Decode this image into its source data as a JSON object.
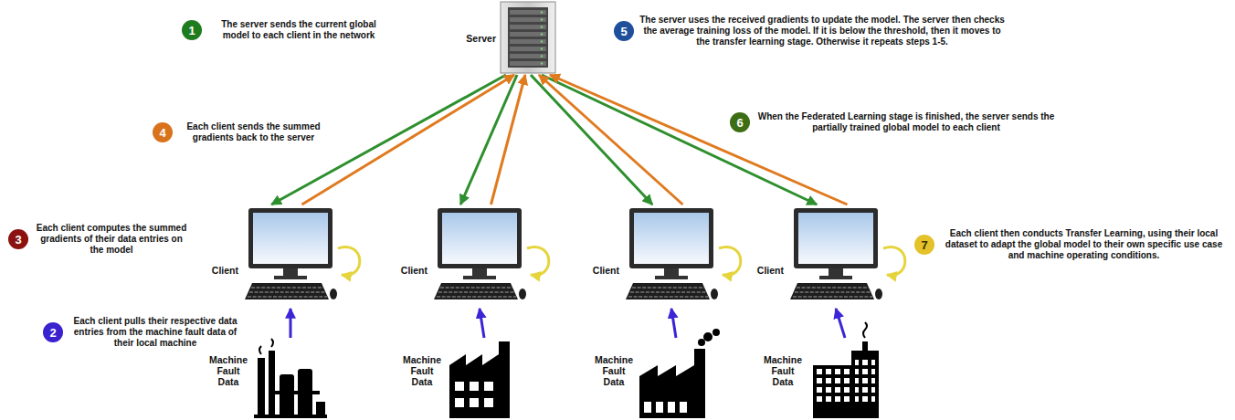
{
  "diagram": {
    "nodes": [
      {
        "text": [
          "Server"
        ]
      },
      {
        "text": [
          "Client"
        ]
      },
      {
        "text": [
          "Client"
        ]
      },
      {
        "text": [
          "Client"
        ]
      },
      {
        "text": [
          "Client"
        ]
      },
      {
        "text": [
          "Machine Fault Data"
        ]
      },
      {
        "text": [
          "Machine Fault Data"
        ]
      },
      {
        "text": [
          "Machine Fault Data"
        ]
      },
      {
        "text": [
          "Machine Fault Data"
        ]
      },
      {
        "text": [
          "1",
          "The server sends the current global model to each client in the network"
        ]
      },
      {
        "text": [
          "2",
          "Each client pulls their respective data entries from the machine fault data of their local machine"
        ]
      },
      {
        "text": [
          "3",
          "Each client computes the summed gradients of their data entries on the model"
        ]
      },
      {
        "text": [
          "4",
          "Each client sends the summed gradients back to the server"
        ]
      },
      {
        "text": [
          "5",
          "The server uses the received gradients to update the model. The server then checks the average training loss of the model. If it is below the threshold, then it moves to the transfer learning stage. Otherwise it repeats steps 1-5."
        ]
      },
      {
        "text": [
          "6",
          "When the Federated Learning stage is finished, the server sends the partially trained global model to each client"
        ]
      },
      {
        "text": [
          "7",
          "Each client then conducts Transfer Learning, using their local dataset to adapt the global model to their own specific use case and machine operating conditions."
        ]
      }
    ],
    "edges": [
      {
        "from": 0,
        "to": 1,
        "arrow": "to"
      },
      {
        "from": 0,
        "to": 2,
        "arrow": "to"
      },
      {
        "from": 0,
        "to": 3,
        "arrow": "to"
      },
      {
        "from": 0,
        "to": 4,
        "arrow": "to"
      },
      {
        "from": 1,
        "to": 0,
        "arrow": "to"
      },
      {
        "from": 2,
        "to": 0,
        "arrow": "to"
      },
      {
        "from": 3,
        "to": 0,
        "arrow": "to"
      },
      {
        "from": 4,
        "to": 0,
        "arrow": "to"
      },
      {
        "from": 5,
        "to": 1,
        "arrow": "to"
      },
      {
        "from": 6,
        "to": 2,
        "arrow": "to"
      },
      {
        "from": 7,
        "to": 3,
        "arrow": "to"
      },
      {
        "from": 8,
        "to": 4,
        "arrow": "to"
      }
    ]
  }
}
